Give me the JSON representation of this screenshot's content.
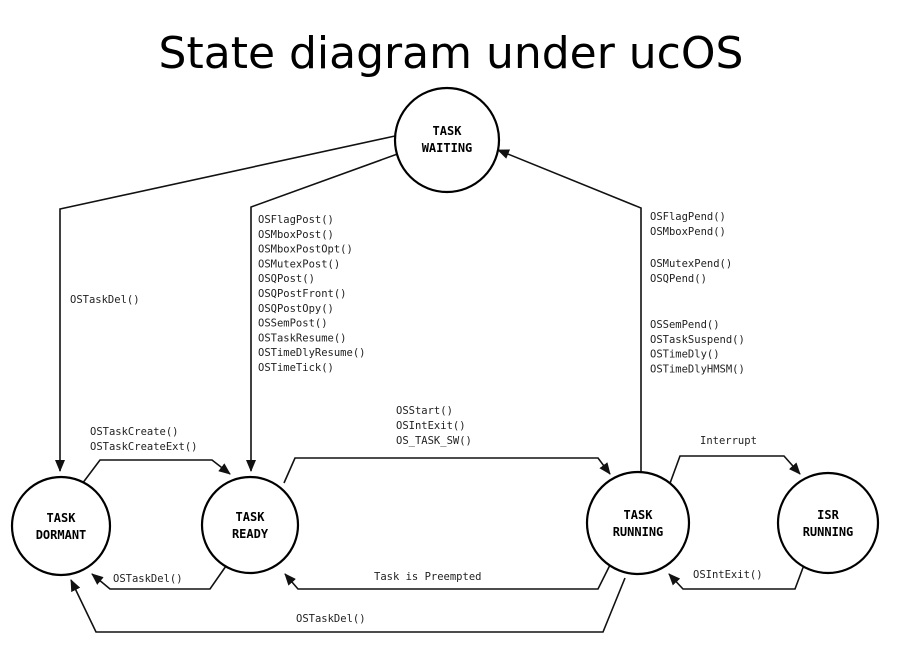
{
  "title": "State diagram under ucOS",
  "states": {
    "waiting": {
      "line1": "TASK",
      "line2": "WAITING"
    },
    "dormant": {
      "line1": "TASK",
      "line2": "DORMANT"
    },
    "ready": {
      "line1": "TASK",
      "line2": "READY"
    },
    "running": {
      "line1": "TASK",
      "line2": "RUNNING"
    },
    "isr": {
      "line1": "ISR",
      "line2": "RUNNING"
    }
  },
  "transitions": {
    "waiting_to_dormant": [
      "OSTaskDel()"
    ],
    "waiting_to_ready": [
      "OSFlagPost()",
      "OSMboxPost()",
      "OSMboxPostOpt()",
      "OSMutexPost()",
      "OSQPost()",
      "OSQPostFront()",
      "OSQPostOpy()",
      "OSSemPost()",
      "OSTaskResume()",
      "OSTimeDlyResume()",
      "OSTimeTick()"
    ],
    "running_to_waiting_group1": [
      "OSFlagPend()",
      "OSMboxPend()"
    ],
    "running_to_waiting_group2": [
      "OSMutexPend()",
      "OSQPend()"
    ],
    "running_to_waiting_group3": [
      "OSSemPend()",
      "OSTaskSuspend()",
      "OSTimeDly()",
      "OSTimeDlyHMSM()"
    ],
    "dormant_to_ready": [
      "OSTaskCreate()",
      "OSTaskCreateExt()"
    ],
    "ready_to_running": [
      "OSStart()",
      "OSIntExit()",
      "OS_TASK_SW()"
    ],
    "running_to_isr": [
      "Interrupt"
    ],
    "ready_to_dormant": [
      "OSTaskDel()"
    ],
    "running_to_ready": [
      "Task is Preempted"
    ],
    "isr_to_running": [
      "OSIntExit()"
    ],
    "running_to_dormant": [
      "OSTaskDel()"
    ]
  }
}
